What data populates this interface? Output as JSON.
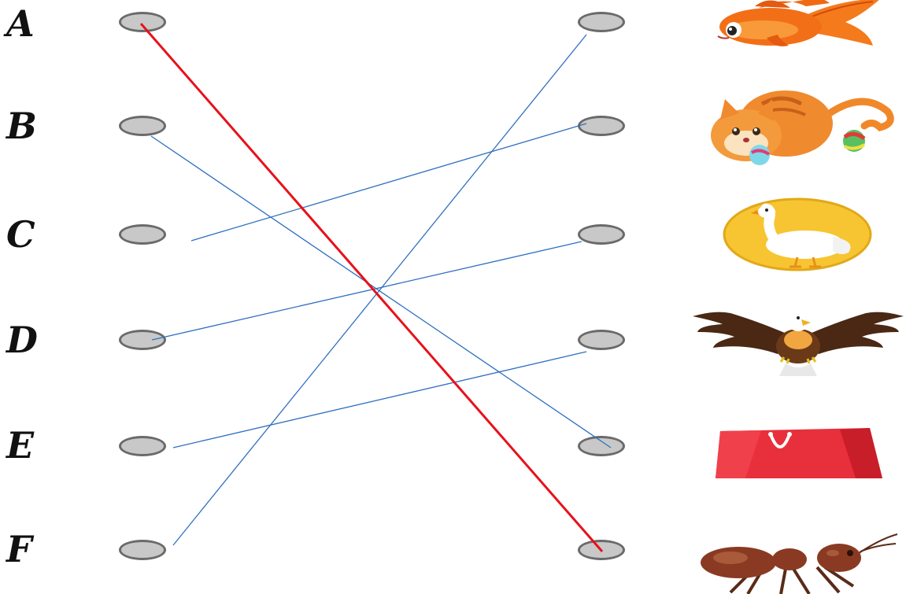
{
  "left_items": [
    {
      "letter": "A"
    },
    {
      "letter": "B"
    },
    {
      "letter": "C"
    },
    {
      "letter": "D"
    },
    {
      "letter": "E"
    },
    {
      "letter": "F"
    }
  ],
  "right_items": [
    {
      "picture": "goldfish-icon"
    },
    {
      "picture": "cat-icon"
    },
    {
      "picture": "goose-icon"
    },
    {
      "picture": "eagle-icon"
    },
    {
      "picture": "red-bag-icon"
    },
    {
      "picture": "ant-icon"
    }
  ],
  "connections": [
    {
      "from": "A",
      "to": 6,
      "color": "#e8111a",
      "highlighted": true
    },
    {
      "from": "B",
      "to": 5,
      "color": "#2f6fc0",
      "highlighted": false
    },
    {
      "from": "C",
      "to": 2,
      "color": "#2f6fc0",
      "highlighted": false
    },
    {
      "from": "D",
      "to": 3,
      "color": "#2f6fc0",
      "highlighted": false
    },
    {
      "from": "E",
      "to": 4,
      "color": "#2f6fc0",
      "highlighted": false
    },
    {
      "from": "F",
      "to": 1,
      "color": "#2f6fc0",
      "highlighted": false
    }
  ],
  "colors": {
    "dot_fill": "#c8c8c8",
    "dot_border": "#6a6a6a",
    "line_blue": "#2f6fc0",
    "line_red": "#e8111a"
  }
}
